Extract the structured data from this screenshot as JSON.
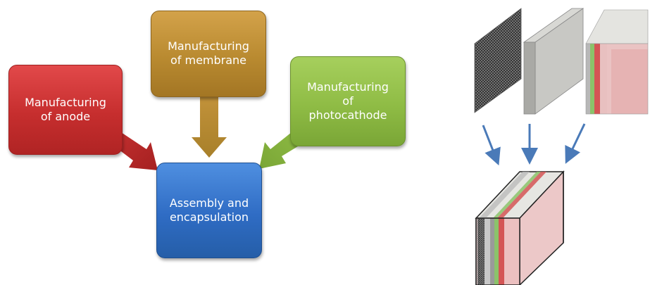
{
  "flow": {
    "anode": "Manufacturing\nof anode",
    "membrane": "Manufacturing\nof membrane",
    "photocathode": "Manufacturing\nof\nphotocathode",
    "assembly": "Assembly and\nencapsulation"
  },
  "colors": {
    "anode": "#c62e2e",
    "membrane": "#b98a30",
    "photocathode": "#8fbc45",
    "assembly": "#2f6cc4",
    "arrow_blue": "#4a7ab8"
  }
}
